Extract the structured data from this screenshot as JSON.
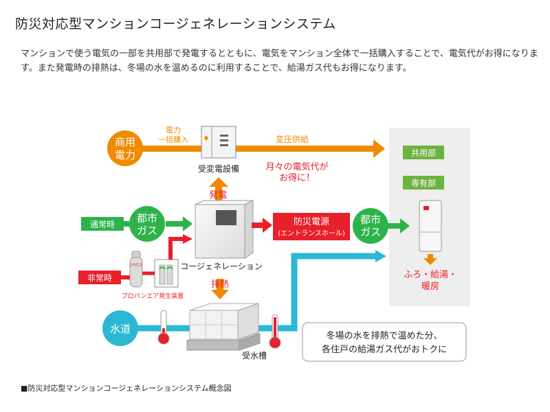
{
  "title": "防災対応型マンションコージェネレーションシステム",
  "description": "マンションで使う電気の一部を共用部で発電するとともに、電気をマンション全体で一括購入することで、電気代がお得になります。また発電時の排熱は、冬場の水を温めるのに利用することで、給湯ガス代もお得になります。",
  "caption": "■防災対応型マンションコージェネレーションシステム概念図",
  "diagram": {
    "commercial_power": {
      "line1": "商用",
      "line2": "電力"
    },
    "bulk_purchase": {
      "line1": "電力",
      "line2": "一括購入"
    },
    "substation": "受変電設備",
    "voltage_supply": "変圧供給",
    "savings": {
      "line1": "月々の電気代が",
      "line2": "お得に！"
    },
    "generation": "発電",
    "normal": "通常時",
    "emergency": "非常時",
    "city_gas": {
      "line1": "都市",
      "line2": "ガス"
    },
    "lp_gas": "LPガス",
    "propane_air": "プロパンエア発生装置",
    "cogeneration": "コージェネレーション",
    "exhaust_heat": "排熱",
    "disaster_power": {
      "line1": "防災電源",
      "line2": "(エントランスホール)"
    },
    "city_gas_right": {
      "line1": "都市",
      "line2": "ガス"
    },
    "common_area": "共用部",
    "private_area": "専有部",
    "uses": {
      "line1": "ふろ・給湯・",
      "line2": "暖房"
    },
    "water": "水道",
    "water_tank": "受水槽",
    "note": {
      "line1": "冬場の水を排熱で温めた分、",
      "line2": "各住戸の給湯ガス代がおトクに"
    },
    "colors": {
      "orange": "#f08a00",
      "green": "#2db34a",
      "red": "#e8202a",
      "cyan": "#2ab8d4",
      "panel": "#eeeeee"
    }
  }
}
